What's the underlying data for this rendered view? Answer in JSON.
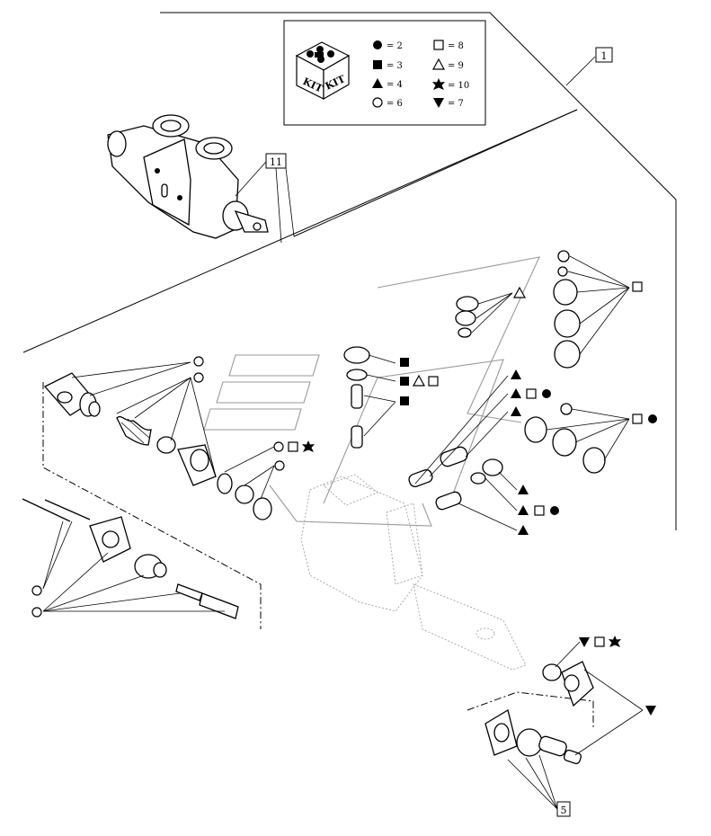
{
  "legend": {
    "kit_icon_labels": [
      "KIT",
      "KIT"
    ],
    "entries": [
      {
        "symbol": "filled-circle",
        "text": "= 2"
      },
      {
        "symbol": "filled-square",
        "text": "= 3"
      },
      {
        "symbol": "filled-triangle-up",
        "text": "= 4"
      },
      {
        "symbol": "open-circle",
        "text": "= 6"
      },
      {
        "symbol": "open-square",
        "text": "= 8"
      },
      {
        "symbol": "open-triangle-up",
        "text": "= 9"
      },
      {
        "symbol": "filled-star",
        "text": "= 10"
      },
      {
        "symbol": "filled-triangle-down",
        "text": "= 7"
      }
    ]
  },
  "callouts": {
    "assembly": "1",
    "valve_body": "11",
    "bracket_kit": "5"
  }
}
